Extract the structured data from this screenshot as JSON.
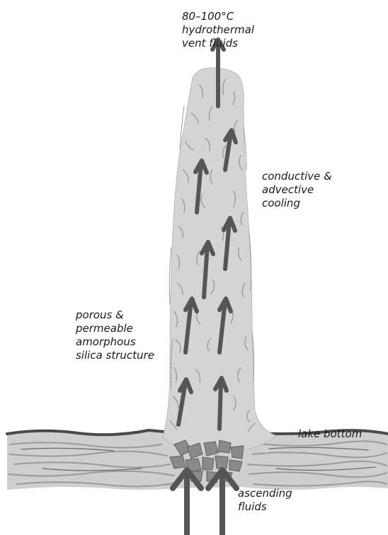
{
  "diagram": {
    "labels": {
      "vent_fluids": [
        "80–100°C",
        "hydrothermal",
        "vent fluids"
      ],
      "cooling": [
        "conductive &",
        "advective",
        "cooling"
      ],
      "structure": [
        "porous &",
        "permeable",
        "amorphous",
        "silica structure"
      ],
      "lake_bottom": [
        "lake bottom"
      ],
      "ascending": [
        "ascending",
        "fluids"
      ]
    },
    "colors": {
      "chimney_fill": "#d4d4d4",
      "texture": "#8e8e8e",
      "arrow": "#555555",
      "sediment_dark": "#4a4a4a",
      "sediment_fill": "#cfcfcf",
      "rock": "#8a8a8a"
    }
  }
}
